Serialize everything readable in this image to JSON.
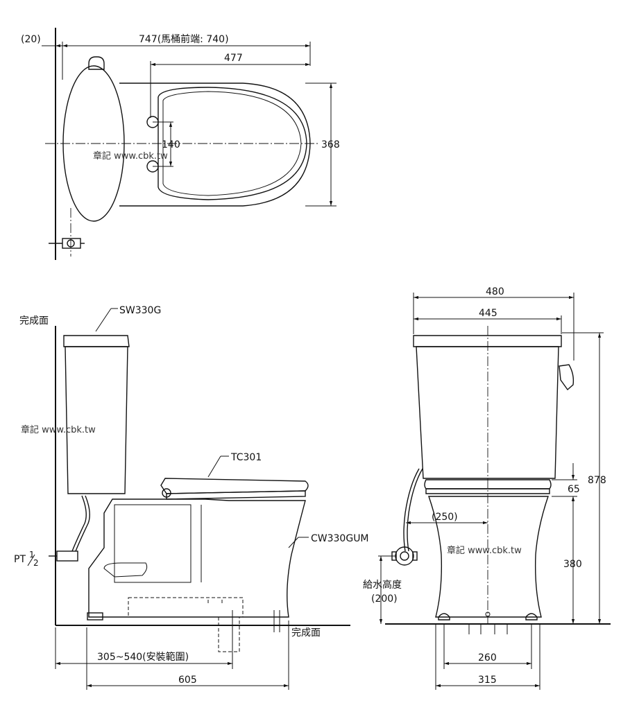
{
  "top_view": {
    "dim_offset": "(20)",
    "dim_overall": "747(馬桶前端: 740)",
    "dim_seat": "477",
    "dim_bolt": "140",
    "dim_width": "368",
    "watermark": "章記 www.cbk.tw"
  },
  "side_view": {
    "finish_wall": "完成面",
    "finish_floor": "完成面",
    "tank_model": "SW330G",
    "seat_model": "TC301",
    "bowl_model": "CW330GUM",
    "pipe_thread_main": "PT",
    "pipe_thread_num": "1",
    "pipe_thread_den": "2",
    "dim_range": "305~540(安裝範圍)",
    "dim_depth": "605",
    "watermark": "章記 www.cbk.tw"
  },
  "front_view": {
    "dim_tank_w": "480",
    "dim_lid_w": "445",
    "dim_height": "878",
    "dim_seat_h": "65",
    "dim_offset": "(250)",
    "dim_bowl_h": "380",
    "supply_label": "給水高度",
    "supply_value": "(200)",
    "dim_bolt_a": "260",
    "dim_bolt_b": "315",
    "watermark": "章記 www.cbk.tw"
  }
}
